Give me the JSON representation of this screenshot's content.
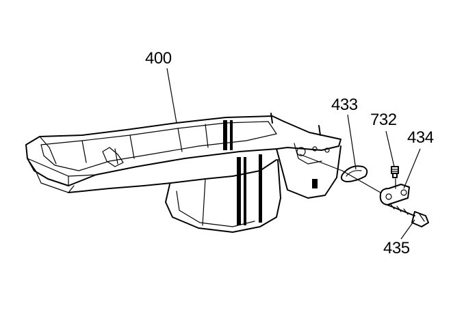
{
  "callouts": {
    "oil_pan": "400",
    "gasket": "433",
    "plug": "732",
    "sensor_bracket": "434",
    "bolt": "435"
  },
  "colors": {
    "line": "#000000",
    "background": "#ffffff"
  }
}
